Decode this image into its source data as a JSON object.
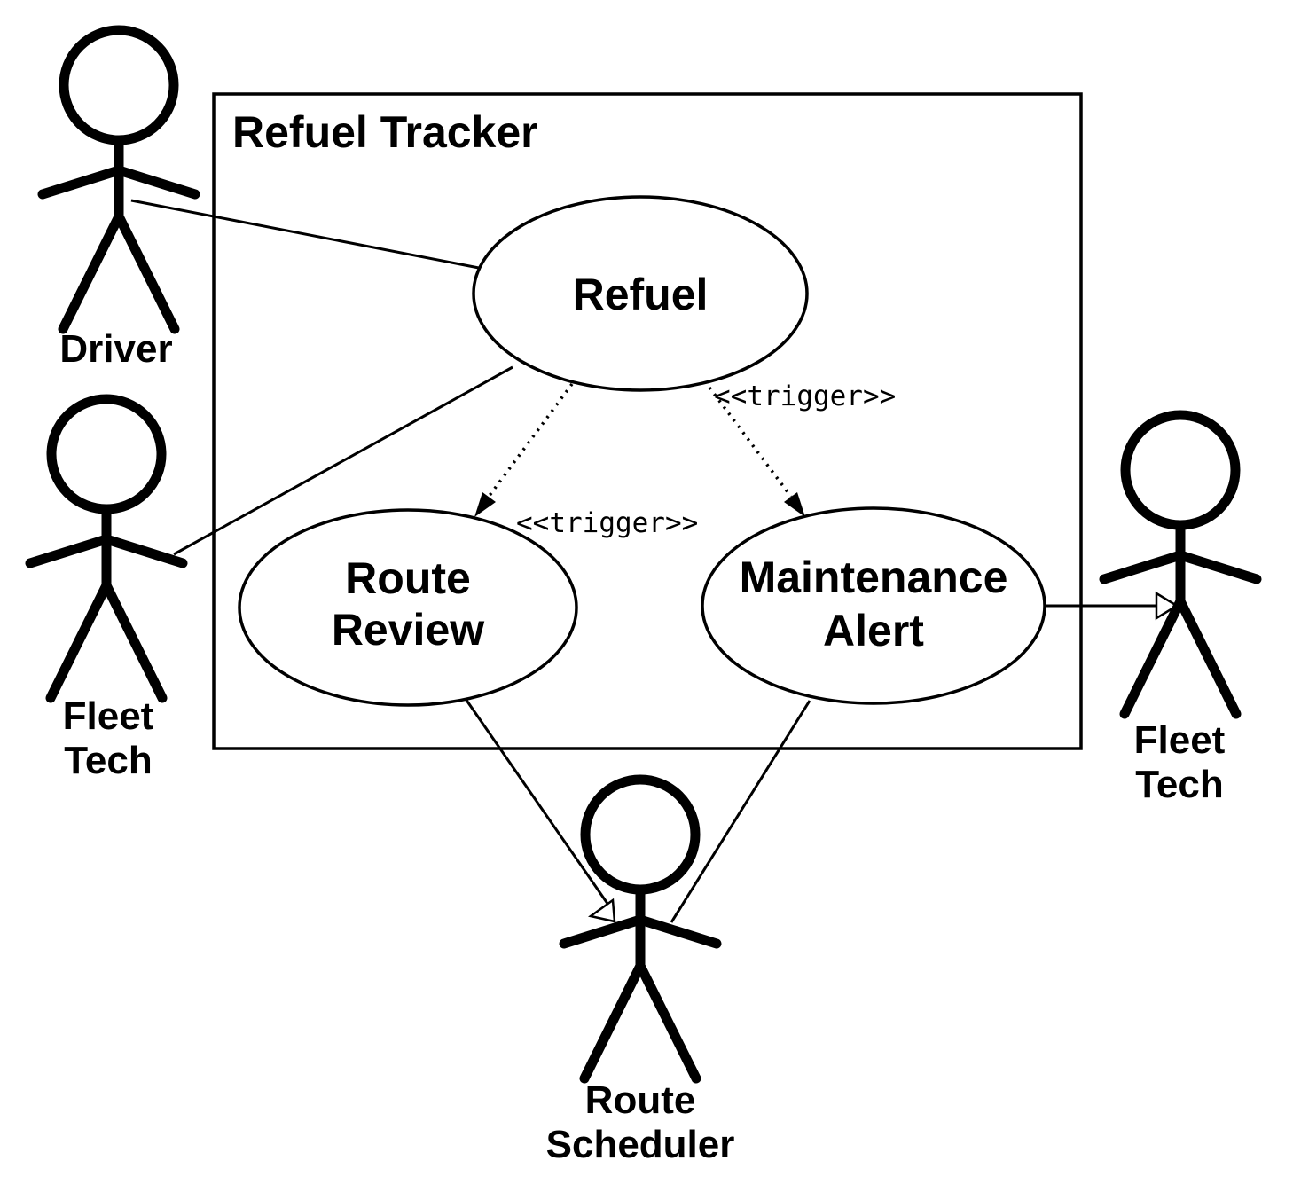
{
  "diagram": {
    "type": "uml-use-case-diagram",
    "colors": {
      "stroke": "#000000",
      "background": "#ffffff"
    },
    "system": {
      "title": "Refuel Tracker"
    },
    "use_cases": [
      {
        "id": "refuel",
        "label_lines": [
          "Refuel"
        ]
      },
      {
        "id": "route-review",
        "label_lines": [
          "Route",
          "Review"
        ]
      },
      {
        "id": "maintenance-alert",
        "label_lines": [
          "Maintenance",
          "Alert"
        ]
      }
    ],
    "actors": [
      {
        "id": "driver",
        "label_lines": [
          "Driver"
        ]
      },
      {
        "id": "fleet-tech-left",
        "label_lines": [
          "Fleet",
          "Tech"
        ]
      },
      {
        "id": "fleet-tech-right",
        "label_lines": [
          "Fleet",
          "Tech"
        ]
      },
      {
        "id": "route-scheduler",
        "label_lines": [
          "Route",
          "Scheduler"
        ]
      }
    ],
    "relationships": [
      {
        "from": "driver",
        "to": "refuel",
        "type": "association"
      },
      {
        "from": "fleet-tech-left",
        "to": "refuel",
        "type": "association"
      },
      {
        "from": "refuel",
        "to": "route-review",
        "type": "dotted-arrow",
        "label": "<<trigger>>"
      },
      {
        "from": "refuel",
        "to": "maintenance-alert",
        "type": "dotted-arrow",
        "label": "<<trigger>>"
      },
      {
        "from": "maintenance-alert",
        "to": "fleet-tech-right",
        "type": "open-arrow"
      },
      {
        "from": "route-review",
        "to": "route-scheduler",
        "type": "open-arrow"
      },
      {
        "from": "maintenance-alert",
        "to": "route-scheduler",
        "type": "association"
      }
    ]
  }
}
